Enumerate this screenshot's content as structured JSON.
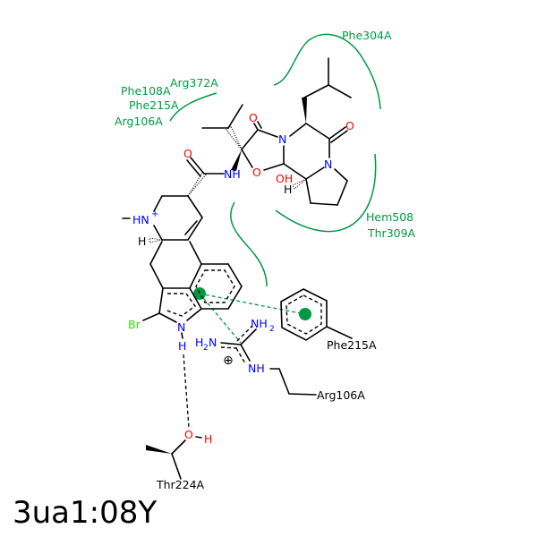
{
  "title": "3ua1:08Y",
  "colors": {
    "hydrophobic": "#009944",
    "nitrogen": "#0000ff",
    "oxygen": "#ff0000",
    "bromine": "#33dd00",
    "bond": "#000000"
  },
  "hydrophobic_residues": {
    "phe304": "Phe304A",
    "phe108": "Phe108A",
    "arg372": "Arg372A",
    "phe215": "Phe215A",
    "arg106": "Arg106A",
    "hem508": "Hem508",
    "thr309": "Thr309A"
  },
  "interacting_residues": {
    "phe215": "Phe215A",
    "arg106": "Arg106A",
    "thr224": "Thr224A"
  },
  "atoms": {
    "o_amide": "O",
    "nh_amide": "NH",
    "o_ring_ketone": "O",
    "n_ring": "N",
    "o_ketone2": "O",
    "n_pro": "N",
    "o_ether": "O",
    "oh": "OH",
    "h_bridge": "H",
    "hn_plus": "HN",
    "plus": "+",
    "h5": "H",
    "br": "Br",
    "n_indole": "N",
    "h_indole": "H",
    "nh2_top": "NH",
    "nh2_top_sub": "2",
    "h2n_h": "H",
    "h2n_sub": "2",
    "h2n_n": "N",
    "nh_arg": "NH",
    "charge": "⊕",
    "o_thr": "O",
    "h_thr": "H"
  }
}
